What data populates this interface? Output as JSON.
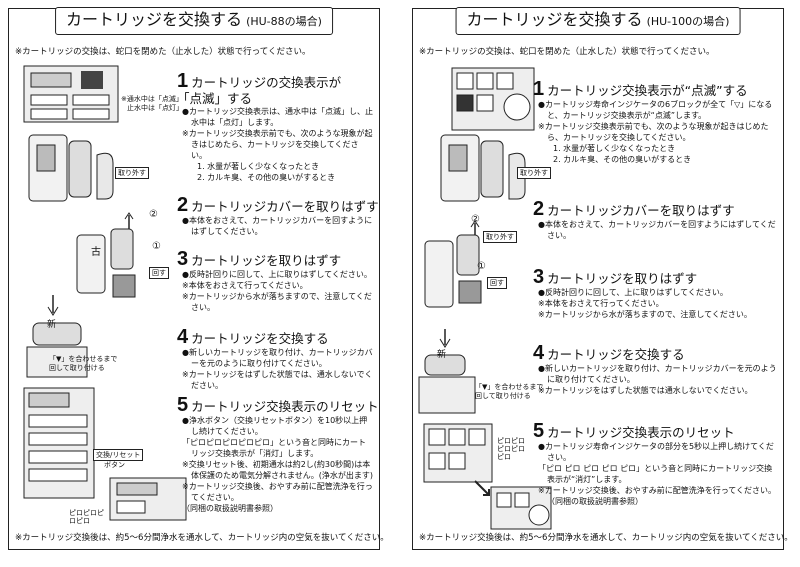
{
  "left": {
    "title": "カートリッジを交換する",
    "model": "(HU-88の場合)",
    "note_top": "※カートリッジの交換は、蛇口を閉めた（止水した）状態で行ってください。",
    "note_bottom": "※カートリッジ交換後は、約5～6分間浄水を通水して、カートリッジ内の空気を抜いてください。",
    "panel_label_1": "※通水中は「点滅」",
    "panel_label_2": "止水中は「点灯」",
    "rotate_1": "①",
    "rotate_2": "②",
    "tag_remove": "取り外す",
    "tag_turn": "回す",
    "align_note_1": "「▼」を合わせるまで",
    "align_note_2": "回して取り付ける",
    "reset_button_label_1": "交換/リセット",
    "reset_button_label_2": "ボタン",
    "beep_label": "ピロピロピロピロ",
    "new_label": "新",
    "old_label": "古",
    "steps": [
      {
        "num": "1",
        "title": "カートリッジの交換表示が",
        "title2": "「点滅」する",
        "lines": [
          "●カートリッジ交換表示は、通水中は「点滅」し、止水中は「点灯」します。",
          "※カートリッジ交換表示前でも、次のような現象が起きはじめたら、カートリッジを交換してください。"
        ],
        "list": [
          "1. 水量が著しく少なくなったとき",
          "2. カルキ臭、その他の臭いがするとき"
        ]
      },
      {
        "num": "2",
        "title": "カートリッジカバーを取りはずす",
        "lines": [
          "●本体をおさえて、カートリッジカバーを回すようにはずしてください。"
        ]
      },
      {
        "num": "3",
        "title": "カートリッジを取りはずす",
        "lines": [
          "●反時計回りに回して、上に取りはずしてください。",
          "※本体をおさえて行ってください。",
          "※カートリッジから水が落ちますので、注意してください。"
        ]
      },
      {
        "num": "4",
        "title": "カートリッジを交換する",
        "lines": [
          "●新しいカートリッジを取り付け、カートリッジカバーを元のように取り付けてください。",
          "※カートリッジをはずした状態では、通水しないでください。"
        ]
      },
      {
        "num": "5",
        "title": "カートリッジ交換表示のリセット",
        "lines": [
          "●浄水ボタン（交換リセットボタン）を10秒以上押し続けてください。",
          "「ピロピロピロピロピロ」という音と同時にカートリッジ交換表示が「消灯」します。",
          "※交換リセット後、初期通水は約2し(約30秒間)は本体保護のため電気分解されません。(浄水が出ます)",
          "※カートリッジ交換後、おやすみ前に配管洗浄を行ってください。",
          "（同梱の取扱説明書参照）"
        ]
      }
    ]
  },
  "right": {
    "title": "カートリッジを交換する",
    "model": "(HU-100の場合)",
    "note_top": "※カートリッジの交換は、蛇口を閉めた（止水した）状態で行ってください。",
    "note_bottom": "※カートリッジ交換後は、約5～6分間浄水を通水して、カートリッジ内の空気を抜いてください。",
    "tag_remove": "取り外す",
    "tag_turn": "回す",
    "rotate_1": "①",
    "rotate_2": "②",
    "align_note_1": "「▼」を合わせるまで",
    "align_note_2": "回して取り付ける",
    "beep_label": "ピロピロピロピロピロ",
    "new_label": "新",
    "steps": [
      {
        "num": "1",
        "title": "カートリッジ交換表示が“点滅”する",
        "lines": [
          "●カートリッジ寿命インジケータの6ブロックが全て「▽」になると、カートリッジ交換表示が“点滅”します。",
          "※カートリッジ交換表示前でも、次のような現象が起きはじめたら、カートリッジを交換してください。"
        ],
        "list": [
          "1. 水量が著しく少なくなったとき",
          "2. カルキ臭、その他の臭いがするとき"
        ]
      },
      {
        "num": "2",
        "title": "カートリッジカバーを取りはずす",
        "lines": [
          "●本体をおさえて、カートリッジカバーを回すようにはずしてください。"
        ]
      },
      {
        "num": "3",
        "title": "カートリッジを取りはずす",
        "lines": [
          "●反時計回りに回して、上に取りはずしてください。",
          "※本体をおさえて行ってください。",
          "※カートリッジから水が落ちますので、注意してください。"
        ]
      },
      {
        "num": "4",
        "title": "カートリッジを交換する",
        "lines": [
          "●新しいカートリッジを取り付け、カートリッジカバーを元のように取り付けてください。",
          "※カートリッジをはずした状態では通水しないでください。"
        ]
      },
      {
        "num": "5",
        "title": "カートリッジ交換表示のリセット",
        "lines": [
          "●カートリッジ寿命インジケータの部分を5秒以上押し続けてください。",
          "「ピロ ピロ ピロ ピロ ピロ」という音と同時にカートリッジ交換表示が“消灯”します。",
          "※カートリッジ交換後、おやすみ前に配管洗浄を行ってください。（同梱の取扱説明書参照）"
        ]
      }
    ]
  }
}
